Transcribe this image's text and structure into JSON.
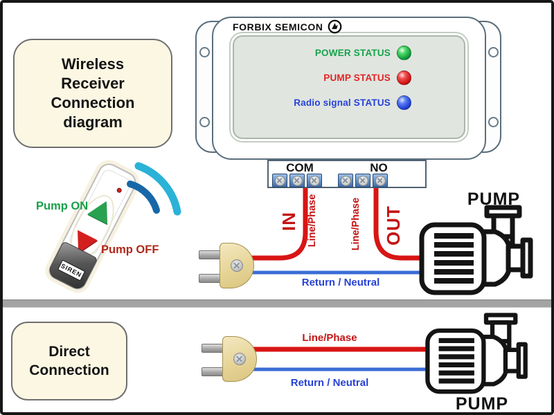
{
  "header": {
    "brand": "FORBIX SEMICON"
  },
  "receiver": {
    "status_rows": [
      {
        "label": "POWER STATUS",
        "led": "green",
        "color": "#17a34a"
      },
      {
        "label": "PUMP STATUS",
        "led": "red",
        "color": "#e02424"
      },
      {
        "label": "Radio signal STATUS",
        "led": "blue",
        "color": "#2742d6"
      }
    ],
    "terminal_com": "COM",
    "terminal_no": "NO"
  },
  "remote": {
    "pump_on_label": "Pump ON",
    "pump_off_label": "Pump OFF",
    "siren_label": "SIREN"
  },
  "wiring": {
    "in_label": "IN",
    "out_label": "OUT",
    "line_phase_label": "Line/Phase",
    "return_neutral_label": "Return / Neutral",
    "live_color": "#d81515",
    "neutral_color": "#3a6bd6"
  },
  "sections": {
    "wireless_title": {
      "line1": "Wireless",
      "line2": "Receiver",
      "line3": "Connection",
      "line4": "diagram"
    },
    "direct_title": {
      "line1": "Direct",
      "line2": "Connection"
    }
  },
  "pump": {
    "label": "PUMP"
  }
}
